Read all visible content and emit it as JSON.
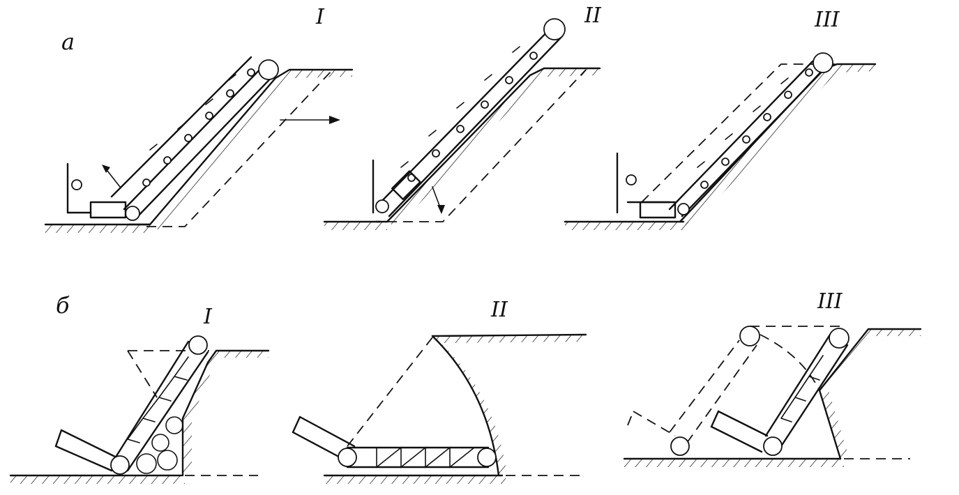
{
  "labels": {
    "row_a": "а",
    "row_b": "б",
    "top_I": "I",
    "top_II": "II",
    "top_III": "III",
    "bottom_I": "I",
    "bottom_II": "II",
    "bottom_III": "III"
  },
  "colors": {
    "ink": "#111111",
    "paper": "#ffffff"
  }
}
